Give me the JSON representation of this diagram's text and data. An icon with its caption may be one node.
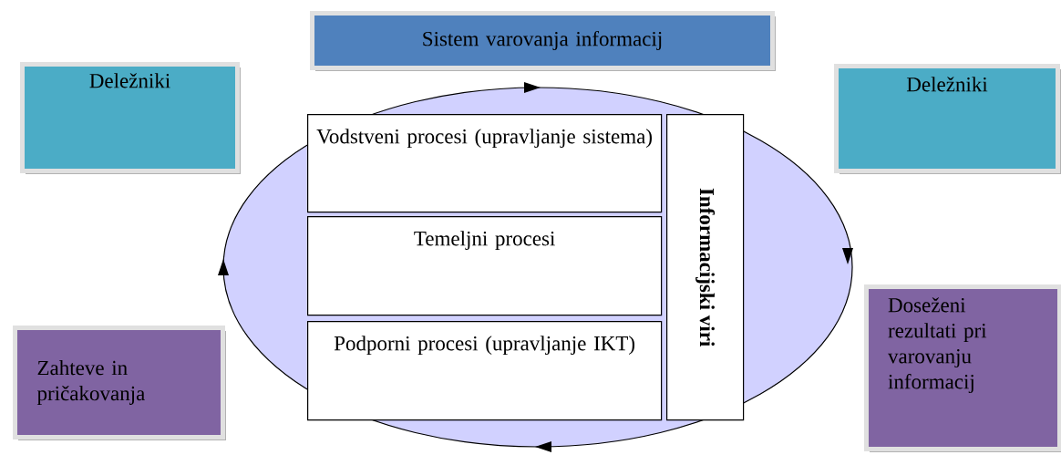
{
  "diagram": {
    "nodes": [
      {
        "text": [
          "Sistem varovanja informacij"
        ]
      },
      {
        "text": [
          "Deležniki"
        ]
      },
      {
        "text": [
          "Deležniki"
        ]
      },
      {
        "text": [
          "Vodstveni procesi (upravljanje sistema)"
        ]
      },
      {
        "text": [
          "Temeljni procesi"
        ]
      },
      {
        "text": [
          "Podporni procesi (upravljanje IKT)"
        ]
      },
      {
        "text": [
          "Informacijski viri"
        ]
      },
      {
        "text": [
          "Zahteve in pričakovanja"
        ]
      },
      {
        "text": [
          "Doseženi rezultati pri varovanju informacij"
        ]
      }
    ]
  }
}
